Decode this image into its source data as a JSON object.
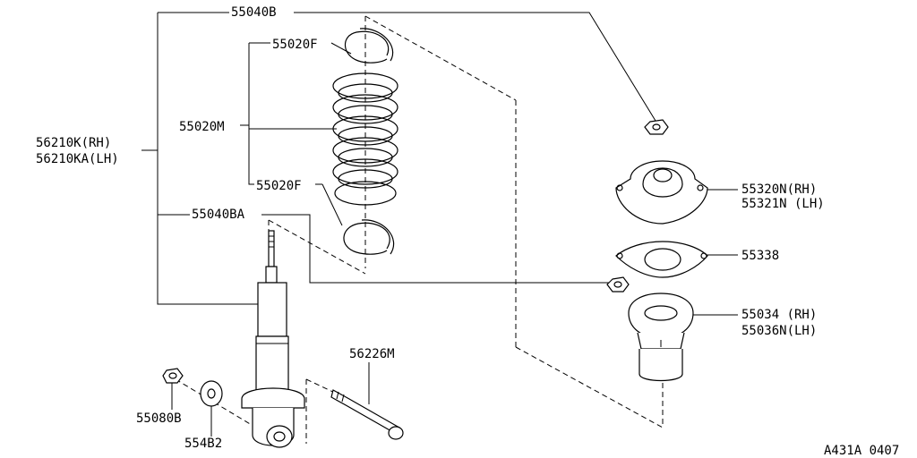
{
  "labels": {
    "p55040B": "55040B",
    "p55020F_top": "55020F",
    "p55020M": "55020M",
    "p55020F_bottom": "55020F",
    "p56210K": "56210K(RH)",
    "p56210KA": "56210KA(LH)",
    "p55040BA": "55040BA",
    "p55320N": "55320N(RH)",
    "p55321N": "55321N (LH)",
    "p55338": "55338",
    "p55034": "55034 (RH)",
    "p55036N": "55036N(LH)",
    "p56226M": "56226M",
    "p55080B": "55080B",
    "p55482": "554B2",
    "diagram_code": "A431A 0407"
  }
}
